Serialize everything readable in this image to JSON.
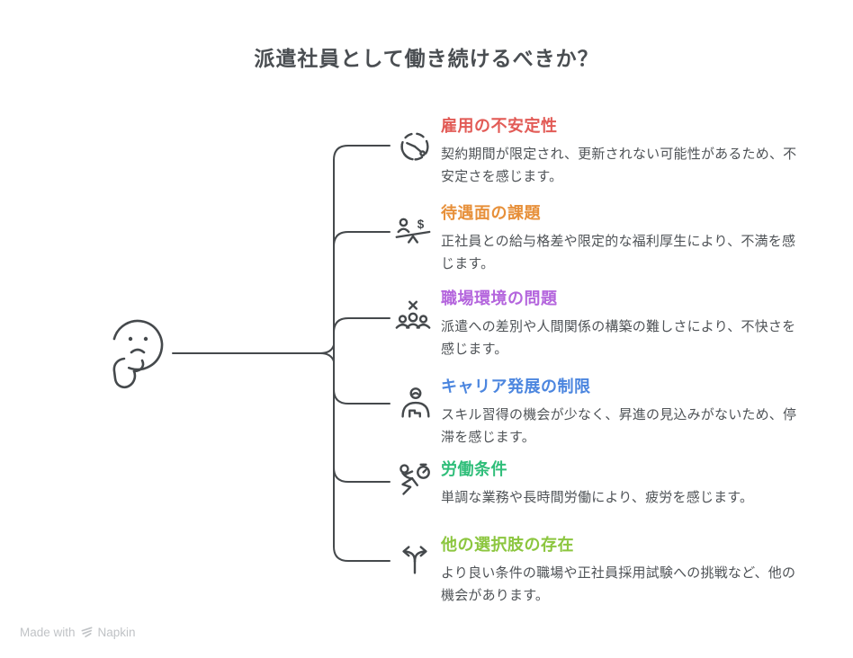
{
  "title": "派遣社員として働き続けるべきか？",
  "center": {
    "icon": "thinking-face-icon"
  },
  "colors": {
    "connector": "#45494C",
    "icon_stroke": "#45494C",
    "title_text": "#4A4E52",
    "body_text": "#4F5357",
    "footer_text": "#C0C3C6"
  },
  "branches": [
    {
      "label": "雇用の不安定性",
      "color": "#E25B56",
      "icon": "dashed-clock-icon",
      "description": "契約期間が限定され、更新されない可能性があるため、不安定さを感じます。"
    },
    {
      "label": "待遇面の課題",
      "color": "#E7903A",
      "icon": "person-money-balance-icon",
      "description": "正社員との給与格差や限定的な福利厚生により、不満を感じます。"
    },
    {
      "label": "職場環境の問題",
      "color": "#B465DD",
      "icon": "people-group-x-icon",
      "description": "派遣への差別や人間関係の構築の難しさにより、不快さを感じます。"
    },
    {
      "label": "キャリア発展の制限",
      "color": "#4C86DF",
      "icon": "person-at-desk-icon",
      "description": "スキル習得の機会が少なく、昇進の見込みがないため、停滞を感じます。"
    },
    {
      "label": "労働条件",
      "color": "#30BE7A",
      "icon": "running-stopwatch-icon",
      "description": "単調な業務や長時間労働により、疲労を感じます。"
    },
    {
      "label": "他の選択肢の存在",
      "color": "#8CC63F",
      "icon": "fork-arrows-icon",
      "description": "より良い条件の職場や正社員採用試験への挑戦など、他の機会があります。"
    }
  ],
  "footer": {
    "made_with": "Made with",
    "brand": "Napkin"
  }
}
